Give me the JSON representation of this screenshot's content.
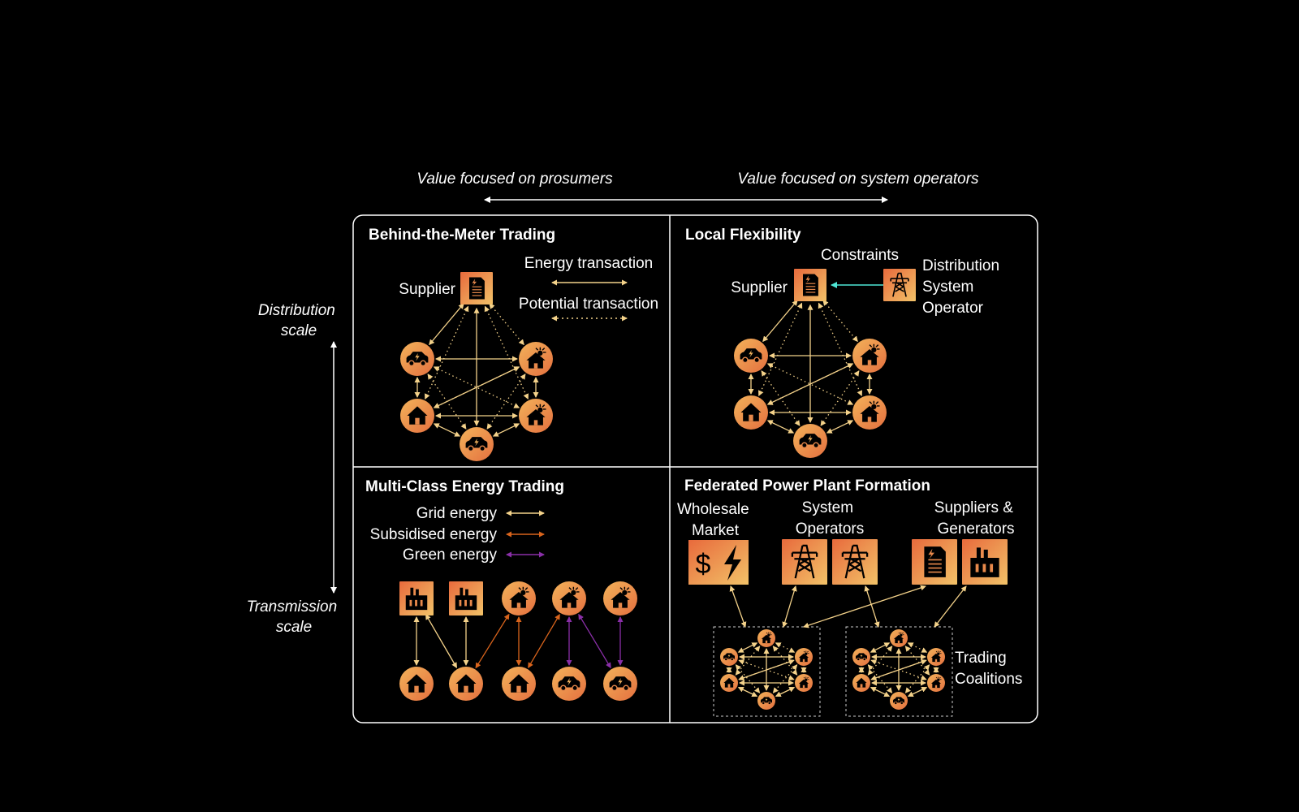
{
  "axes": {
    "top_left": "Value focused on prosumers",
    "top_right": "Value focused on system operators",
    "left_top": [
      "Distribution",
      "scale"
    ],
    "left_bottom": [
      "Transmission",
      "scale"
    ]
  },
  "quadrants": {
    "btm": {
      "title": "Behind-the-Meter Trading",
      "supplier": "Supplier",
      "legend": [
        "Energy transaction",
        "Potential transaction"
      ]
    },
    "flex": {
      "title": "Local Flexibility",
      "constraints": "Constraints",
      "supplier": "Supplier",
      "dso": [
        "Distribution",
        "System",
        "Operator"
      ]
    },
    "multi": {
      "title": "Multi-Class Energy Trading",
      "legend": [
        "Grid energy",
        "Subsidised energy",
        "Green energy"
      ]
    },
    "fed": {
      "title": "Federated Power Plant Formation",
      "wholesale": [
        "Wholesale",
        "Market"
      ],
      "operators": [
        "System",
        "Operators"
      ],
      "suppliers": [
        "Suppliers &",
        "Generators"
      ],
      "coalitions": [
        "Trading",
        "Coalitions"
      ]
    }
  },
  "colors": {
    "node": "#e8894b",
    "node_light": "#f0b25e",
    "grid_arrow": "#f4d28a",
    "subsidised_arrow": "#d9641c",
    "green_arrow": "#8a2fa8",
    "constraint_arrow": "#4fe6d5",
    "frame": "#ffffff"
  },
  "icons": [
    "car-icon",
    "house-icon",
    "solar-house-icon",
    "ev-icon",
    "document-icon",
    "pylon-icon",
    "factory-icon",
    "dollar-icon",
    "lightning-icon"
  ]
}
